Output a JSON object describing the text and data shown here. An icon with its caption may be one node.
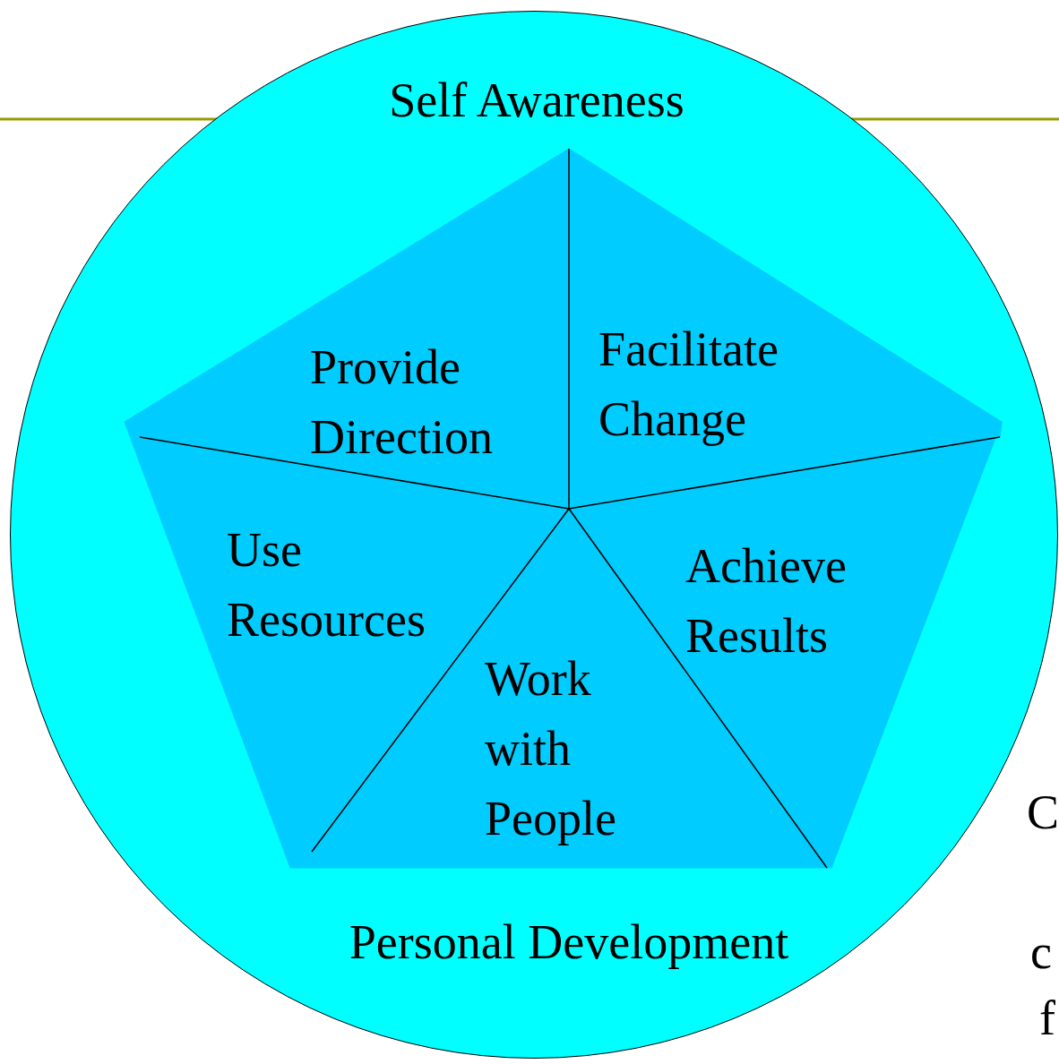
{
  "diagram": {
    "nodes": [
      {
        "text": [
          "Self Awareness",
          "Personal Development"
        ]
      },
      {
        "text": [
          "Provide Direction"
        ],
        "in": 0
      },
      {
        "text": [
          "Facilitate Change"
        ],
        "in": 0
      },
      {
        "text": [
          "Use Resources"
        ],
        "in": 0
      },
      {
        "text": [
          "Achieve Results"
        ],
        "in": 0
      },
      {
        "text": [
          "Work with People"
        ],
        "in": 0
      }
    ],
    "labels": [
      "C",
      "c",
      "f"
    ]
  }
}
